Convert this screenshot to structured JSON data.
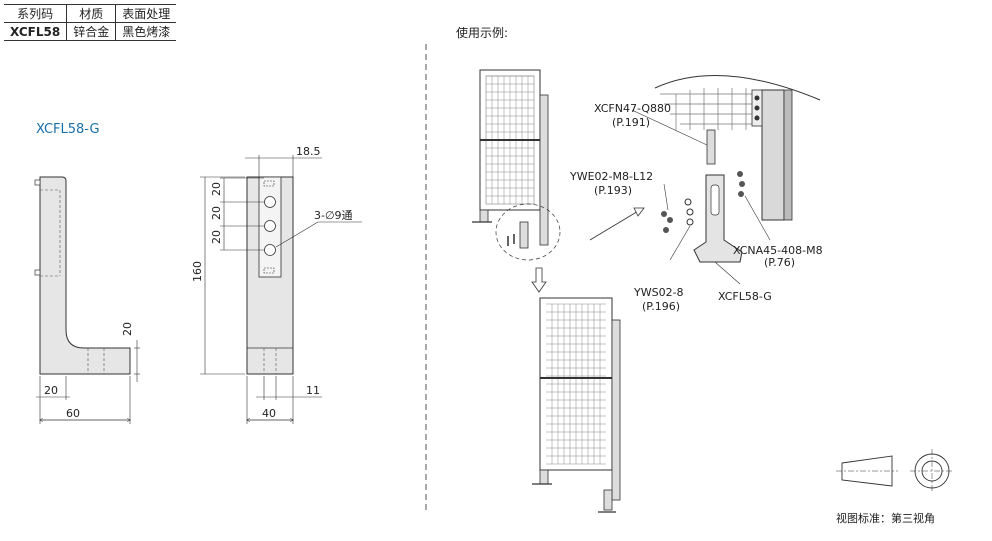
{
  "spec_table": {
    "headers": [
      "系列码",
      "材质",
      "表面处理"
    ],
    "row": [
      "XCFL58",
      "锌合金",
      "黑色烤漆"
    ]
  },
  "model_tag": "XCFL58-G",
  "drawing_dims": {
    "width_top": "18.5",
    "pitch_1": "20",
    "pitch_2": "20",
    "pitch_3": "20",
    "holes": "3-∅9通",
    "height": "160",
    "foot_height": "20",
    "base_left": "20",
    "base_width": "60",
    "base_depth": "40",
    "slot": "11"
  },
  "usage_title": "使用示例:",
  "parts": [
    {
      "code": "XCFN47-Q880",
      "page": "(P.191)"
    },
    {
      "code": "YWE02-M8-L12",
      "page": "(P.193)"
    },
    {
      "code": "XCNA45-408-M8",
      "page": "(P.76)"
    },
    {
      "code": "YWS02-8",
      "page": "(P.196)"
    },
    {
      "code": "XCFL58-G",
      "page": ""
    }
  ],
  "view_standard": "视图标准：第三视角"
}
